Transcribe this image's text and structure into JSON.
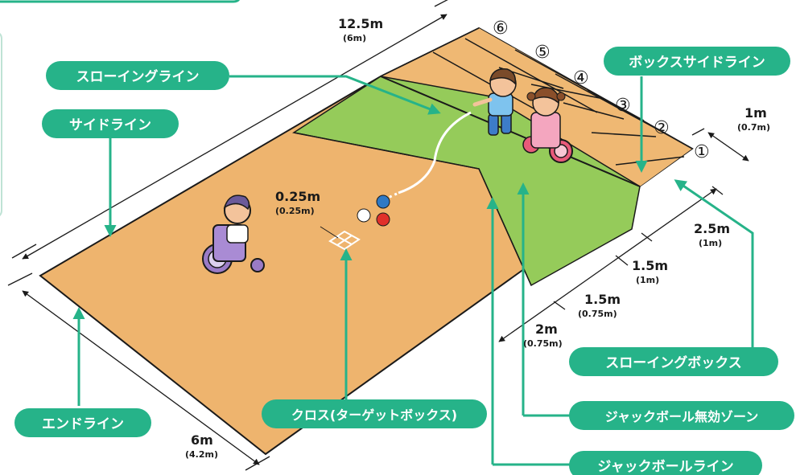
{
  "labels": {
    "throwing_line": "スローイングライン",
    "side_line": "サイドライン",
    "box_side_line": "ボックスサイドライン",
    "end_line": "エンドライン",
    "cross": "クロス(ターゲットボックス)",
    "throwing_box": "スローイングボックス",
    "jack_invalid_zone": "ジャックボール無効ゾーン",
    "jack_line": "ジャックボールライン"
  },
  "dimensions": {
    "length_main": "12.5m",
    "length_sub": "(6m)",
    "width_main": "6m",
    "width_sub": "(4.2m)",
    "cross_main": "0.25m",
    "cross_sub": "(0.25m)",
    "box_width_main": "1m",
    "box_width_sub": "(0.7m)",
    "box_depth_main": "2.5m",
    "box_depth_sub": "(1m)",
    "seg1_main": "1.5m",
    "seg1_sub": "(1m)",
    "seg2_main": "1.5m",
    "seg2_sub": "(0.75m)",
    "seg3_main": "2m",
    "seg3_sub": "(0.75m)"
  },
  "box_numbers": [
    "①",
    "②",
    "③",
    "④",
    "⑤",
    "⑥"
  ],
  "colors": {
    "court": "#eeb46e",
    "zone": "#95cb5a",
    "pill": "#26b389",
    "line": "#1a1a1a",
    "arrow": "#26b389"
  }
}
